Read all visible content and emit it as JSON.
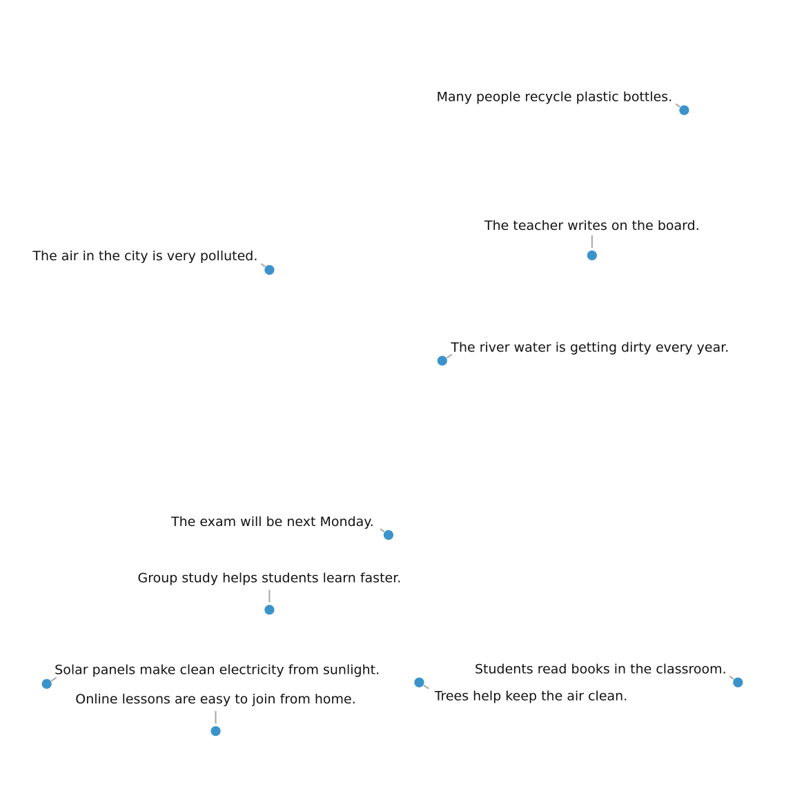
{
  "chart_data": {
    "type": "scatter",
    "title": "",
    "xlabel": "",
    "ylabel": "",
    "grid": false,
    "axes_visible": false,
    "colors": {
      "marker": "#3b93cc",
      "leader": "#a6a6a6",
      "text": "#111111"
    },
    "points": [
      {
        "label": "Many people recycle plastic bottles.",
        "x": 8.8,
        "y": 9.5
      },
      {
        "label": "The teacher writes on the board.",
        "x": 7.6,
        "y": 7.5
      },
      {
        "label": "The air in the city is very polluted.",
        "x": 3.4,
        "y": 7.3
      },
      {
        "label": "The river water is getting dirty every year.",
        "x": 5.65,
        "y": 6.05
      },
      {
        "label": "The exam will be next Monday.",
        "x": 4.95,
        "y": 3.65
      },
      {
        "label": "Group study helps students learn faster.",
        "x": 3.4,
        "y": 2.62
      },
      {
        "label": "Solar panels make clean electricity from sunlight.",
        "x": 0.5,
        "y": 1.6
      },
      {
        "label": "Trees help keep the air clean.",
        "x": 5.35,
        "y": 1.62
      },
      {
        "label": "Students read books in the classroom.",
        "x": 9.5,
        "y": 1.62
      },
      {
        "label": "Online lessons are easy to join from home.",
        "x": 2.7,
        "y": 0.95
      }
    ]
  }
}
